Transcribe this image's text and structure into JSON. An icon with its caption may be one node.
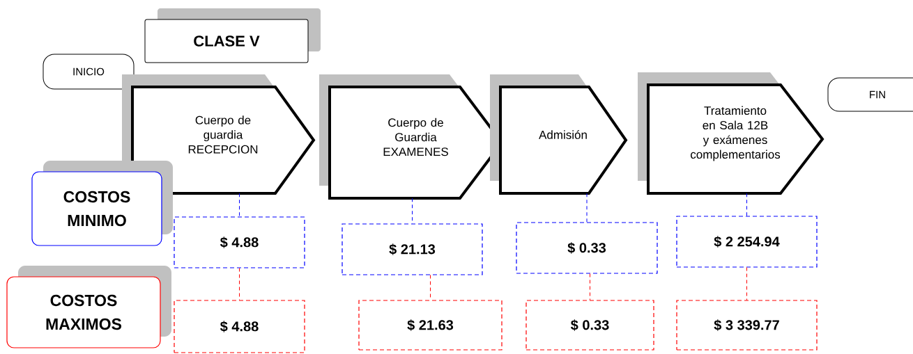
{
  "diagram": {
    "nodes": [
      {
        "text": [
          "CLASE V"
        ]
      },
      {
        "text": [
          "INICIO"
        ]
      },
      {
        "text": [
          "FIN"
        ]
      },
      {
        "text": [
          "Cuerpo de guardia RECEPCION"
        ]
      },
      {
        "text": [
          "Cuerpo de Guardia EXAMENES"
        ]
      },
      {
        "text": [
          "Admisión"
        ]
      },
      {
        "text": [
          "Tratamiento en Sala 12B y exámenes complementarios"
        ]
      },
      {
        "text": [
          "COSTOS MINIMO"
        ]
      },
      {
        "text": [
          "COSTOS MAXIMOS"
        ]
      },
      {
        "text": [
          "$ 4.88"
        ]
      },
      {
        "text": [
          "$ 21.13"
        ]
      },
      {
        "text": [
          "$ 0.33"
        ]
      },
      {
        "text": [
          "$ 2 254.94"
        ]
      },
      {
        "text": [
          "$ 4.88"
        ]
      },
      {
        "text": [
          "$ 21.63"
        ]
      },
      {
        "text": [
          "$ 0.33"
        ]
      },
      {
        "text": [
          "$ 3 339.77"
        ]
      }
    ],
    "edges": [
      {
        "from": 3,
        "to": 9,
        "arrow": "none",
        "style": "dashed",
        "color": "#0000ff"
      },
      {
        "from": 4,
        "to": 10,
        "arrow": "none",
        "style": "dashed",
        "color": "#0000ff"
      },
      {
        "from": 5,
        "to": 11,
        "arrow": "none",
        "style": "dashed",
        "color": "#0000ff"
      },
      {
        "from": 6,
        "to": 12,
        "arrow": "none",
        "style": "dashed",
        "color": "#0000ff"
      },
      {
        "from": 9,
        "to": 13,
        "arrow": "none",
        "style": "dashed",
        "color": "#ff0000"
      },
      {
        "from": 10,
        "to": 14,
        "arrow": "none",
        "style": "dashed",
        "color": "#ff0000"
      },
      {
        "from": 11,
        "to": 15,
        "arrow": "none",
        "style": "dashed",
        "color": "#ff0000"
      },
      {
        "from": 12,
        "to": 16,
        "arrow": "none",
        "style": "dashed",
        "color": "#ff0000"
      }
    ]
  }
}
